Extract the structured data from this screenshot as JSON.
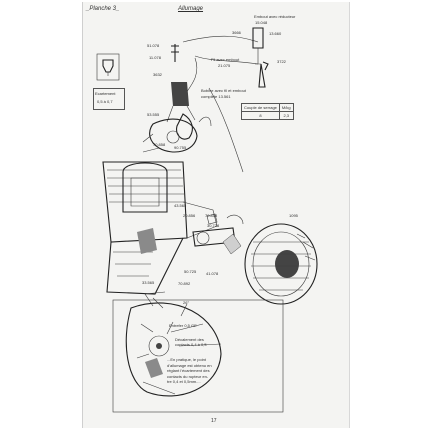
{
  "header": {
    "planche": "_Planche 3_",
    "title": "Allumage"
  },
  "labels": {
    "embout_reducteur": "Embout avec réducteur",
    "ref_15048": "15.048",
    "ref_3666": "3666",
    "ref_13660": "13.660",
    "ref_51078": "51.078",
    "ref_11078": "11.078",
    "fil_embout": "Fil avec embout",
    "ref_21075": "21.075",
    "ref_3722": "3722",
    "ref_3632": "3632",
    "bobine": "Bobine avec fil et embout",
    "bobine_2": "complète  13.561",
    "ref_53555": "53.555",
    "ref_70858": "70.858",
    "ref_90755": "90.755",
    "ref_43565": "43.565",
    "ref_20856": "20.856",
    "ref_70858b": "70.858",
    "ref_30728": "30.728",
    "ref_1095": "1095",
    "ref_50725": "50.725",
    "ref_41078": "41.078",
    "ref_33565": "33.565",
    "ref_70892": "70.892",
    "entrefer": "Entrefer 0,5 GE",
    "decalement": "Décalement des",
    "decalement_2": "contacts 0,4 à 0,5",
    "angle": "26°",
    "page_number": "17"
  },
  "ecartement": {
    "label": "Ecartement",
    "value": "0,5 à 0,7"
  },
  "torque_table": {
    "header": "Couple de serrage",
    "unit": "M/kg",
    "rows": [
      {
        "item": "8",
        "value": "2,3"
      }
    ]
  },
  "note": {
    "lines": [
      "...En pratique, le point",
      "d'allumage est obtenu en",
      "réglant l'écartement des",
      "contacts du rupteur en-",
      "tre  0,4 et 0,5mm...."
    ]
  }
}
